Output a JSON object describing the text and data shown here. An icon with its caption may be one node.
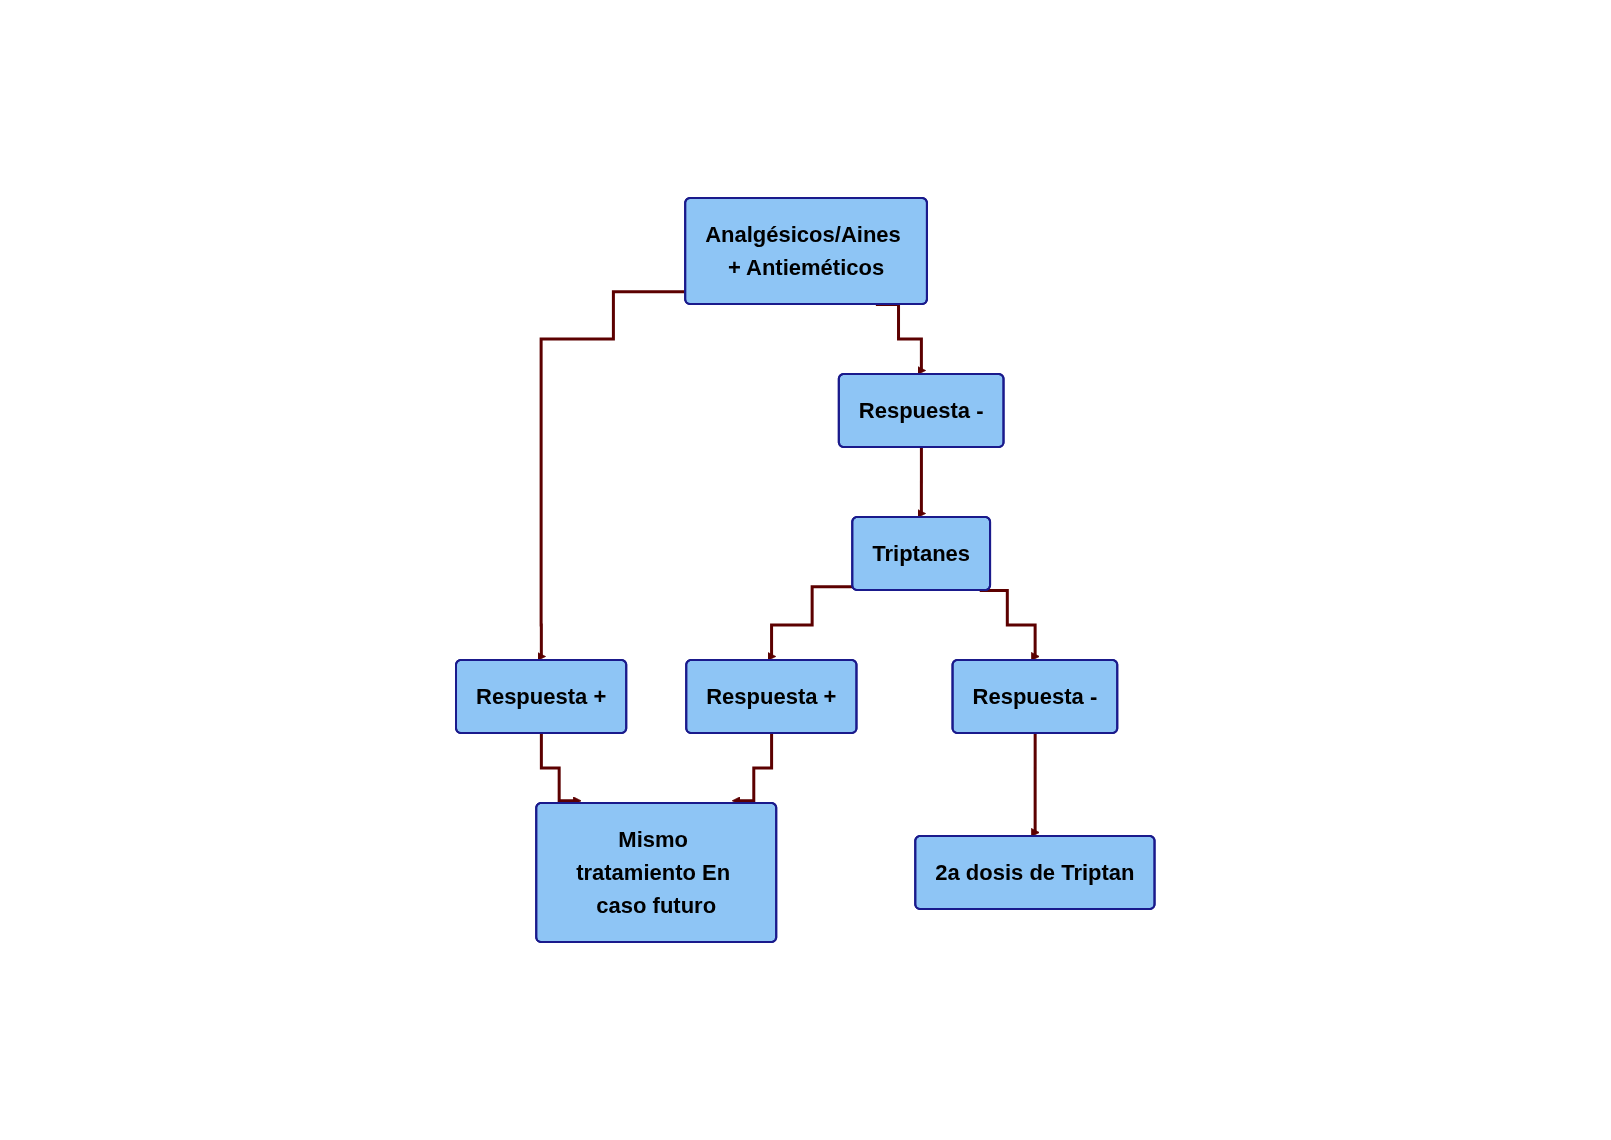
{
  "diagram": {
    "nodes": [
      {
        "text": [
          "Analgésicos/Aines + Antieméticos"
        ]
      },
      {
        "text": [
          "Respuesta +"
        ]
      },
      {
        "text": [
          "Respuesta -"
        ]
      },
      {
        "text": [
          "Triptanes"
        ]
      },
      {
        "text": [
          "Respuesta +"
        ]
      },
      {
        "text": [
          "Respuesta -"
        ]
      },
      {
        "text": [
          "Mismo tratamiento En caso futuro"
        ]
      },
      {
        "text": [
          "2a dosis de Triptan"
        ]
      }
    ],
    "edges": [
      {
        "from": 0,
        "to": 1,
        "arrow": "to"
      },
      {
        "from": 0,
        "to": 2,
        "arrow": "to"
      },
      {
        "from": 1,
        "to": 6,
        "arrow": "to"
      },
      {
        "from": 2,
        "to": 3,
        "arrow": "to"
      },
      {
        "from": 3,
        "to": 4,
        "arrow": "to"
      },
      {
        "from": 3,
        "to": 5,
        "arrow": "to"
      },
      {
        "from": 4,
        "to": 6,
        "arrow": "to"
      },
      {
        "from": 5,
        "to": 7,
        "arrow": "to"
      }
    ]
  }
}
